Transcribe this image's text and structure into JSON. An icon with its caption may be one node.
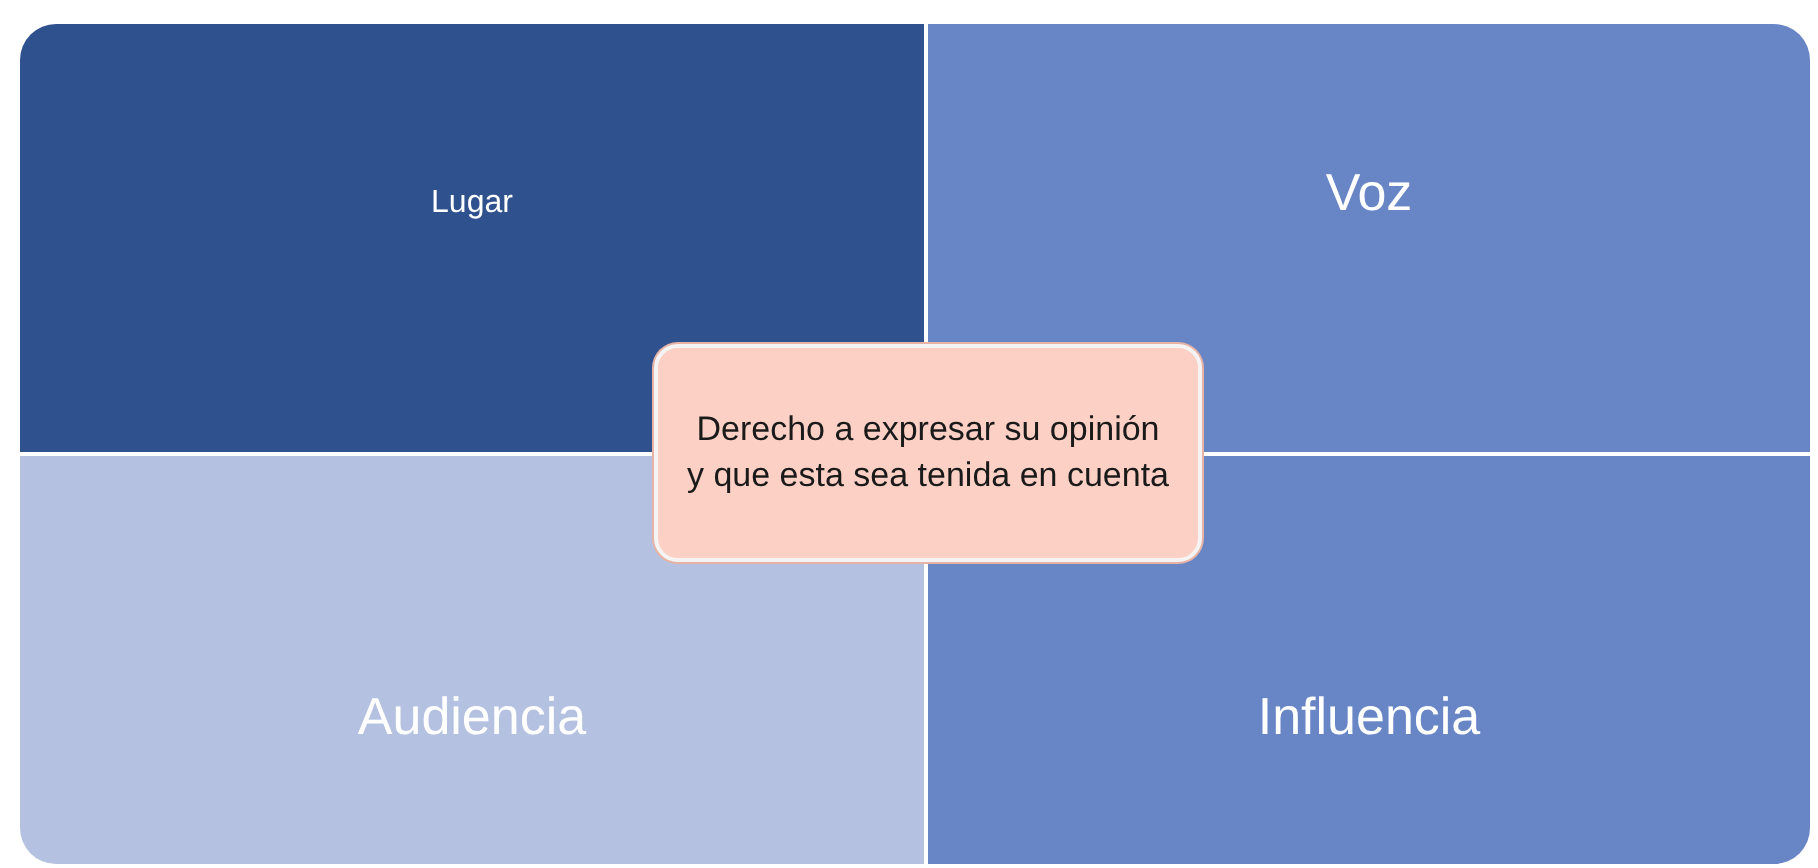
{
  "diagram": {
    "nodes": [
      {
        "text": [
          "Lugar"
        ]
      },
      {
        "text": [
          "Voz"
        ]
      },
      {
        "text": [
          "Derecho a expresar su opinión y que esta sea tenida en cuenta"
        ]
      },
      {
        "text": [
          "Audiencia"
        ]
      },
      {
        "text": [
          "Influencia"
        ]
      }
    ]
  }
}
